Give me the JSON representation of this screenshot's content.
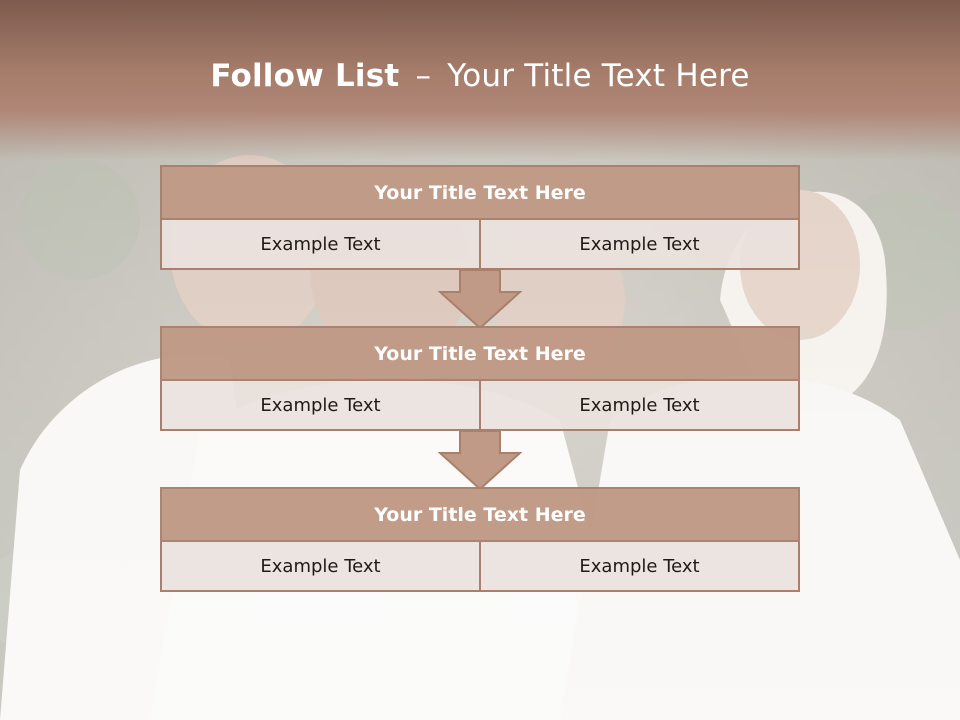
{
  "slide": {
    "title_bold": "Follow List",
    "title_sep": "–",
    "title_rest": "Your Title Text Here"
  },
  "blocks": [
    {
      "title": "Your Title Text Here",
      "left": "Example Text",
      "right": "Example Text"
    },
    {
      "title": "Your Title Text Here",
      "left": "Example Text",
      "right": "Example Text"
    },
    {
      "title": "Your Title Text Here",
      "left": "Example Text",
      "right": "Example Text"
    }
  ],
  "colors": {
    "header_top": "#7d5b4e",
    "box_fill": "#c09a86",
    "box_border": "#a9806c",
    "cell_fill": "#ebe2de"
  }
}
